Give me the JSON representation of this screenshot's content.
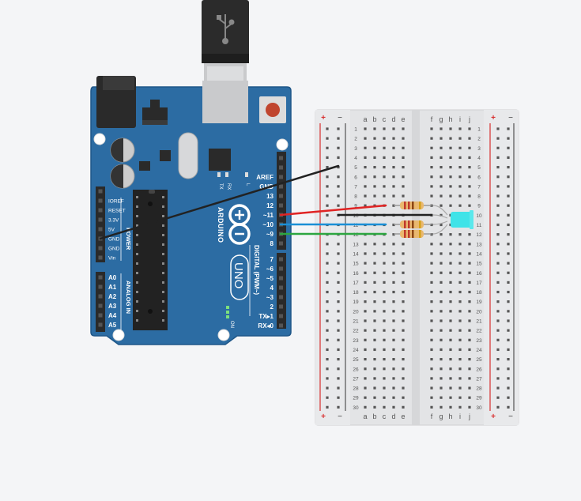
{
  "colors": {
    "background": "#f4f5f7",
    "board": "#2c6ca3",
    "board_edge": "#1f5789",
    "breadboard": "#e3e4e6",
    "wire_red": "#e02424",
    "wire_blue": "#1a8fd6",
    "wire_green": "#2ca640",
    "wire_black": "#222222",
    "rail_plus": "#d83030",
    "rail_minus": "#333333",
    "led": "#3fe3e8",
    "resistor_body": "#e9b86f"
  },
  "arduino": {
    "brand": "ARDUINO",
    "model": "UNO",
    "digital_label": "DIGITAL (PWM~)",
    "power_label": "POWER",
    "analog_label": "ANALOG IN",
    "on_label": "ON",
    "tx_label": "TX",
    "rx_label": "RX",
    "l_label": "L",
    "top_pins": [
      "AREF",
      "GND",
      "13",
      "12",
      "~11",
      "~10",
      "~9",
      "8"
    ],
    "bottom_pins": [
      "7",
      "~6",
      "~5",
      "4",
      "~3",
      "2",
      "TX▸1",
      "RX◂0"
    ],
    "power_pins": [
      "IOREF",
      "RESET",
      "3.3V",
      "5V",
      "GND",
      "GND",
      "Vin"
    ],
    "analog_pins": [
      "A0",
      "A1",
      "A2",
      "A3",
      "A4",
      "A5"
    ]
  },
  "breadboard": {
    "left_letters": [
      "a",
      "b",
      "c",
      "d",
      "e"
    ],
    "right_letters": [
      "f",
      "g",
      "h",
      "i",
      "j"
    ],
    "rows": 30,
    "plus": "+",
    "minus": "−"
  },
  "icons": {
    "usb": "usb-icon",
    "infinity": "infinity-logo-icon",
    "reset": "reset-button-icon"
  }
}
